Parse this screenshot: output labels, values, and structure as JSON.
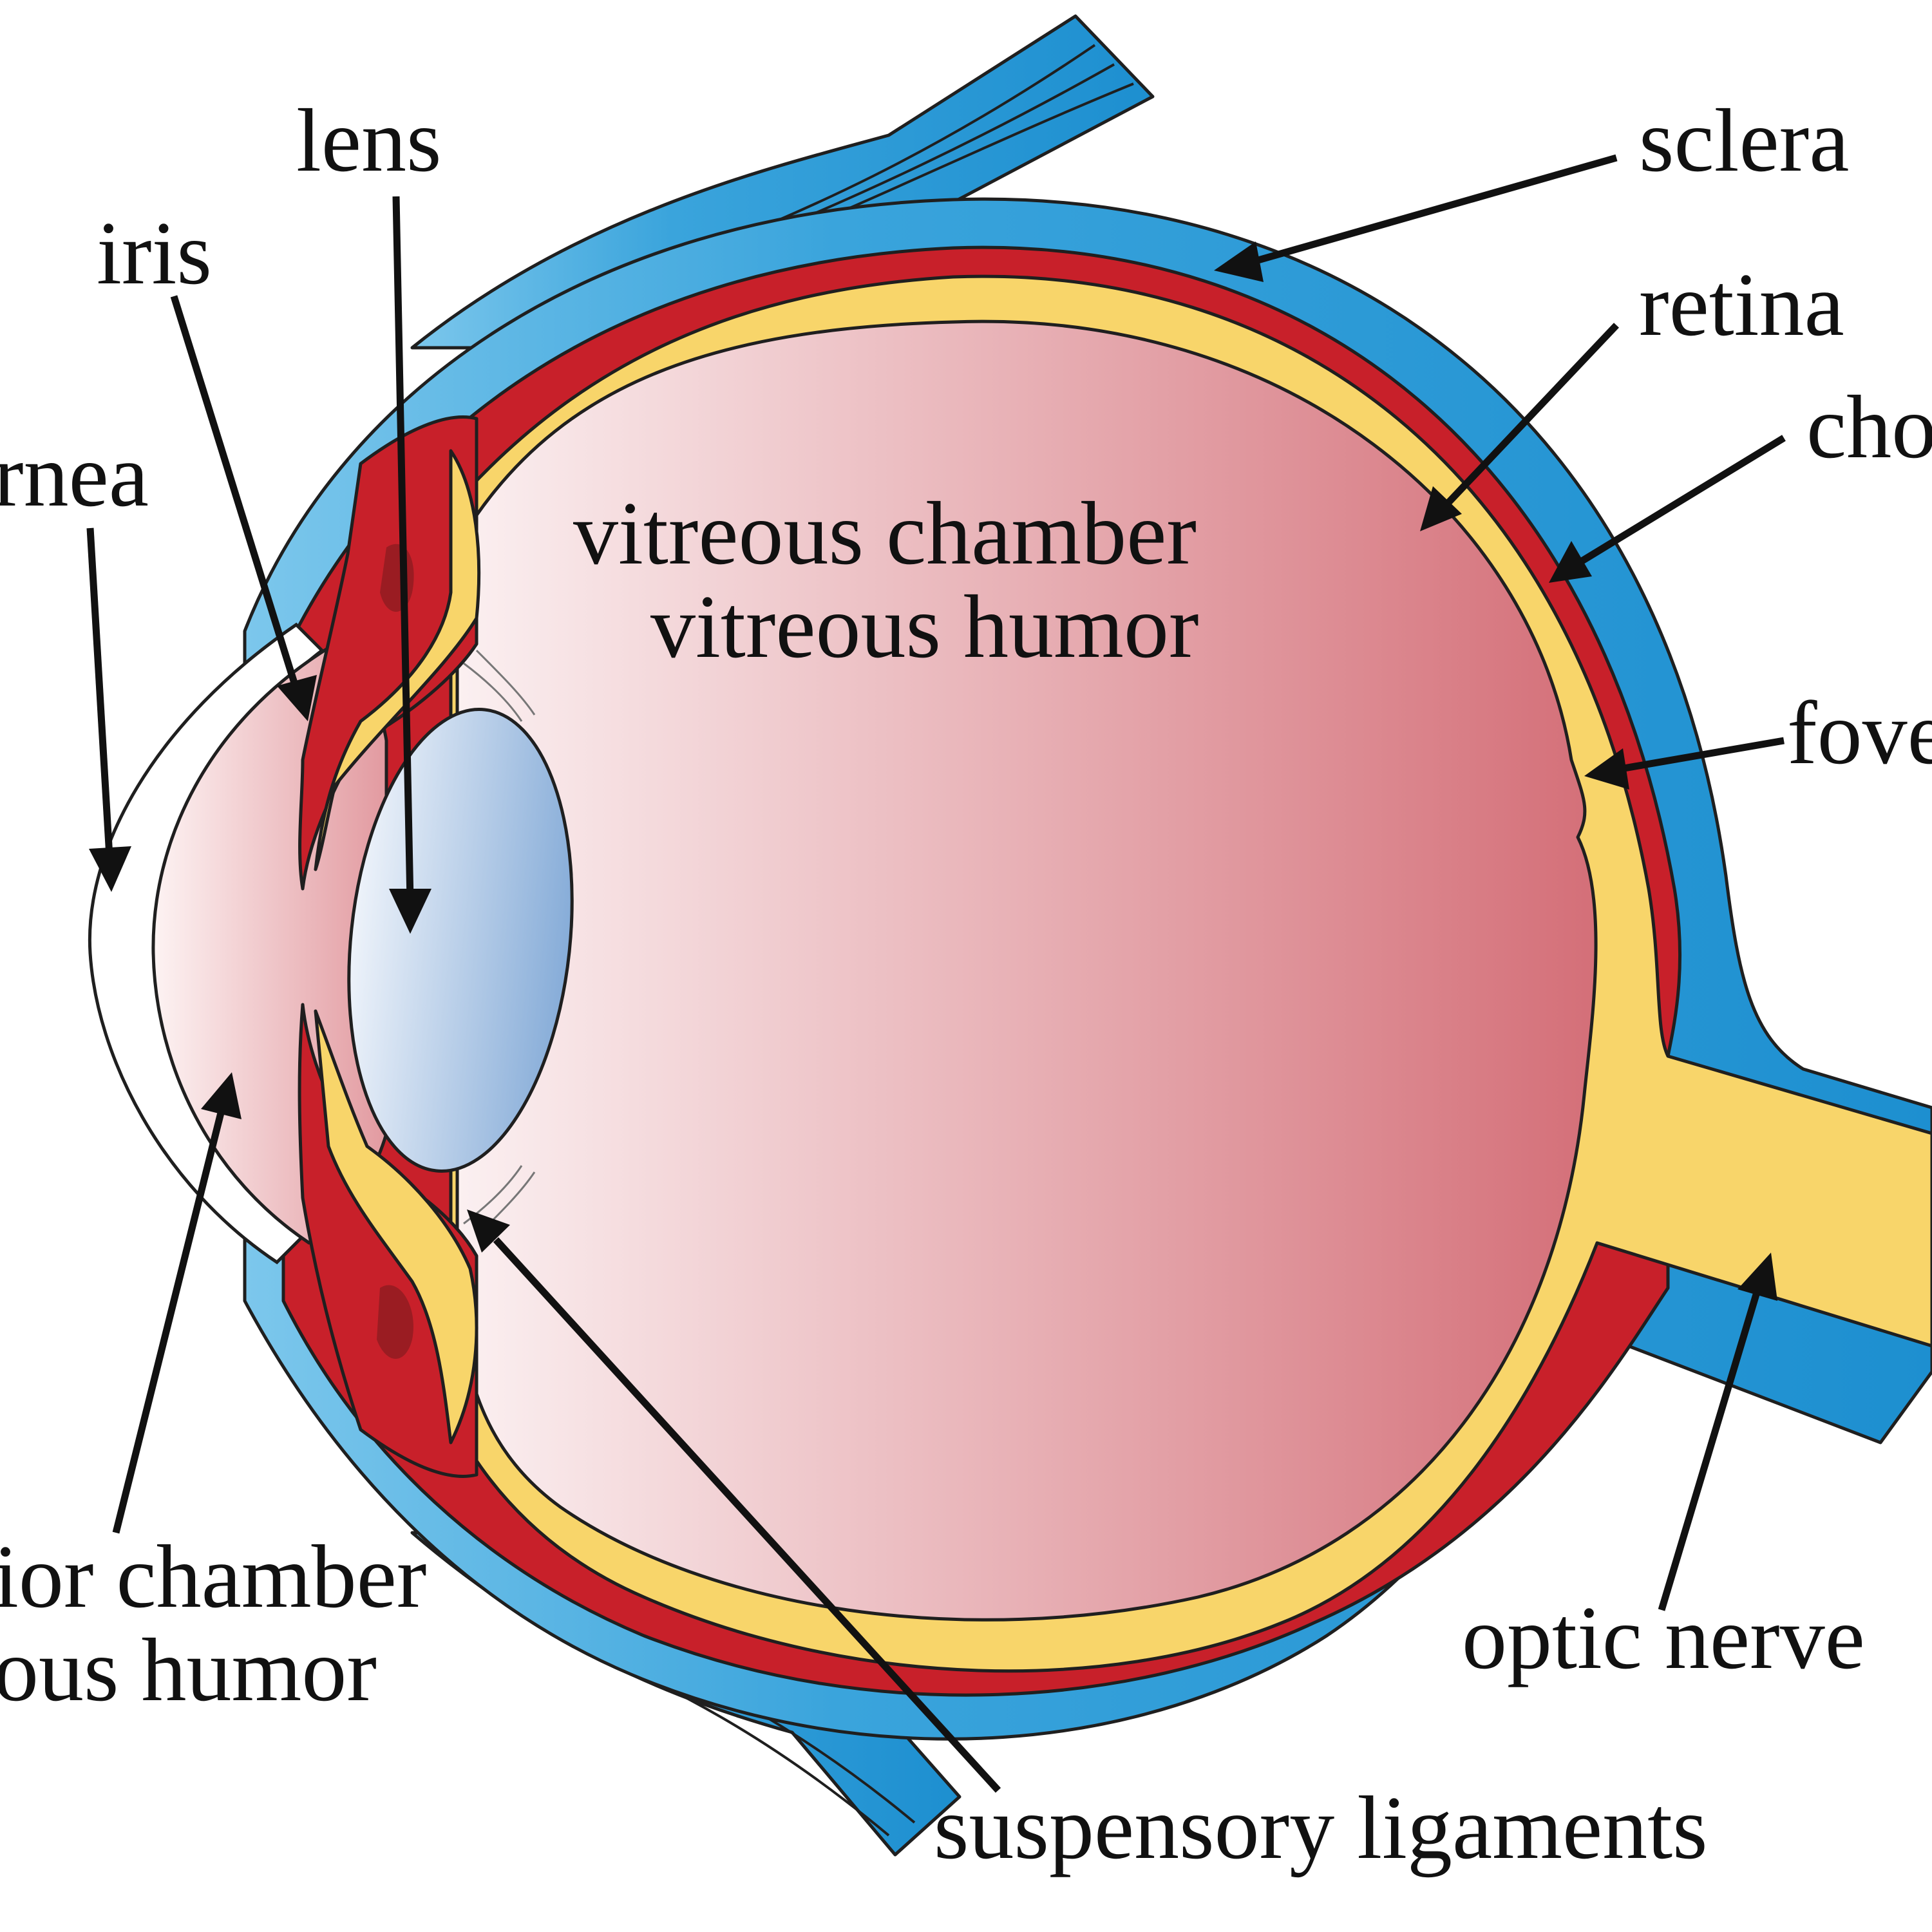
{
  "diagram": {
    "labels": {
      "lens": "lens",
      "iris": "iris",
      "cornea": "rnea",
      "sclera": "sclera",
      "retina": "retina",
      "choroid": "cho",
      "fovea": "fove",
      "vitreous_line1": "vitreous chamber",
      "vitreous_line2": "vitreous humor",
      "aqueous_line1": "ior chamber",
      "aqueous_line2": "ous humor",
      "optic_nerve": "optic nerve",
      "suspensory": "suspensory ligaments"
    },
    "colors": {
      "sclera": "#2b9ad6",
      "sclera_light": "#62bbe6",
      "choroid": "#c8202a",
      "retina": "#f8d56a",
      "vitreous_light": "#fbeff0",
      "vitreous_dark": "#d5727a",
      "lens_light": "#e6eef8",
      "lens_dark": "#8fb3dc",
      "aqueous": "#e9b0b3",
      "outline": "#1f1f1f"
    }
  }
}
